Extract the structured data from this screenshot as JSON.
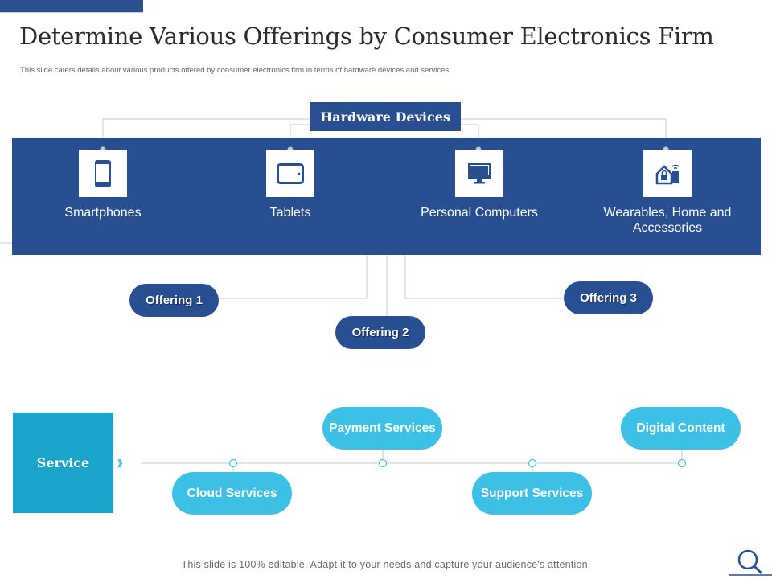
{
  "title": "Determine Various Offerings by Consumer Electronics Firm",
  "subtitle": "This slide caters details about various products offered by consumer electronics firm in terms of hardware devices and services.",
  "hardware": {
    "header": "Hardware Devices",
    "items": [
      {
        "label": "Smartphones",
        "icon": "smartphone-icon"
      },
      {
        "label": "Tablets",
        "icon": "tablet-icon"
      },
      {
        "label": "Personal Computers",
        "icon": "monitor-icon"
      },
      {
        "label": "Wearables, Home and Accessories",
        "icon": "smart-home-icon"
      }
    ]
  },
  "offerings": [
    "Offering 1",
    "Offering 2",
    "Offering 3"
  ],
  "service": {
    "label": "Service",
    "chevrons": "》》》",
    "items": [
      {
        "label": "Cloud Services"
      },
      {
        "label": "Payment Services"
      },
      {
        "label": "Support Services"
      },
      {
        "label": "Digital Content"
      }
    ]
  },
  "footer": "This slide is 100% editable. Adapt it to your needs and capture your audience's attention.",
  "colors": {
    "dark_blue": "#284f92",
    "cyan": "#3cc0e6",
    "service_blue": "#1aa6cc"
  }
}
